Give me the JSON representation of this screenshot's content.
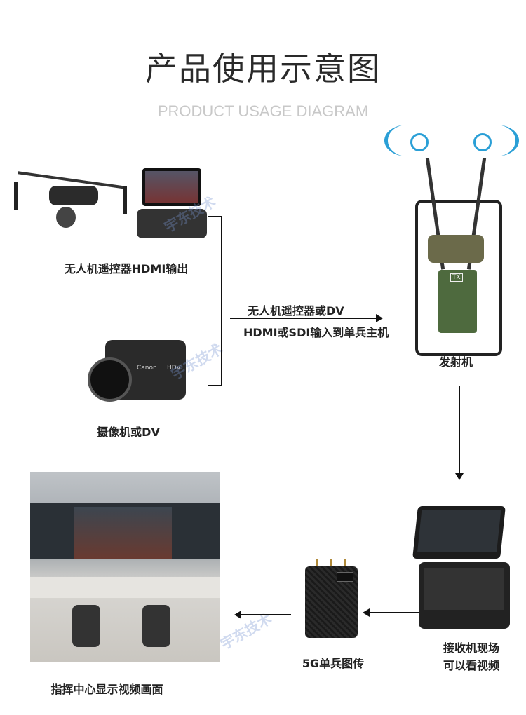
{
  "header": {
    "title": "产品使用示意图",
    "subtitle": "PRODUCT USAGE DIAGRAM"
  },
  "labels": {
    "drone_controller": "无人机遥控器HDMI输出",
    "camcorder": "摄像机或DV",
    "arrow_top": "无人机遥控器或DV",
    "arrow_bottom": "HDMI或SDI输入到单兵主机",
    "transmitter": "发射机",
    "receiver_line1": "接收机现场",
    "receiver_line2": "可以看视频",
    "unit_5g": "5G单兵图传",
    "command_center": "指挥中心显示视频画面"
  },
  "watermark": "宇东技术",
  "device_marks": {
    "tx": "TX",
    "camcorder_brand": "Canon",
    "hdv": "HDV"
  }
}
